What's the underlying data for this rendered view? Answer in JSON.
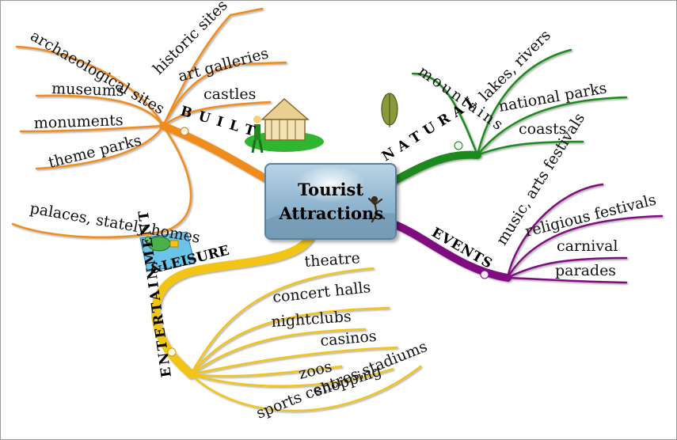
{
  "center": {
    "title": "Tourist Attractions"
  },
  "categories": {
    "built": {
      "label": "BUILT",
      "color": "#f08c1a",
      "items": [
        "historic sites",
        "archaeological sites",
        "art galleries",
        "castles",
        "museums",
        "monuments",
        "theme parks",
        "palaces, stately homes"
      ]
    },
    "natural": {
      "label": "NATURAL",
      "color": "#1a8a1a",
      "items": [
        "mountains",
        "lakes, rivers",
        "national parks",
        "coasts"
      ]
    },
    "events": {
      "label": "EVENTS",
      "color": "#800f80",
      "items": [
        "music, arts festivals",
        "religious festivals",
        "carnival",
        "parades"
      ]
    },
    "entertainment": {
      "label_main": "ENTERTAINMENT",
      "label_sub": "&LEISURE",
      "color": "#f2c418",
      "items": [
        "theatre",
        "concert halls",
        "nightclubs",
        "casinos",
        "zoos",
        "shopping",
        "sports centres,stadiums"
      ]
    }
  }
}
